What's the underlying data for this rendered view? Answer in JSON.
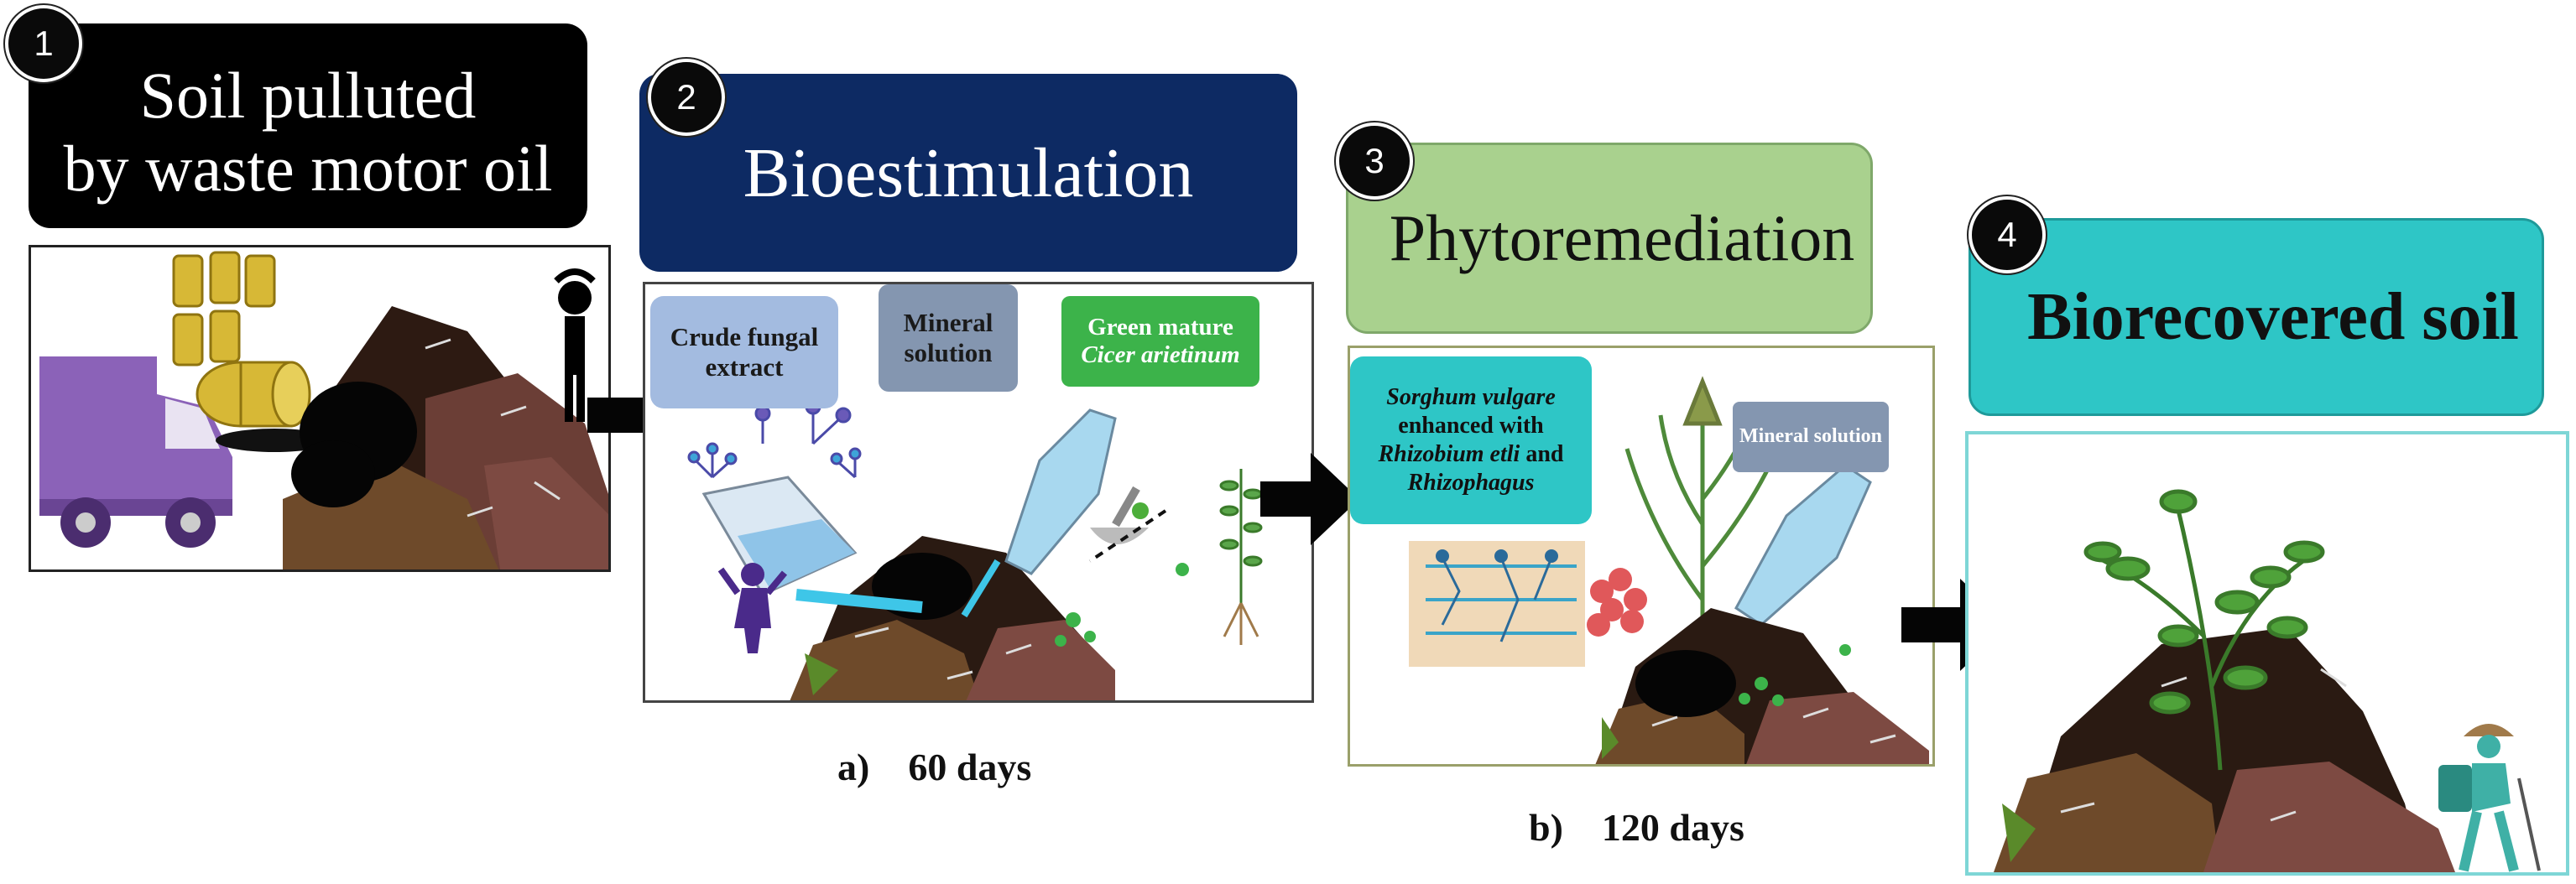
{
  "steps": [
    {
      "number": "1",
      "title_line1": "Soil pulluted",
      "title_line2": "by  waste motor oil"
    },
    {
      "number": "2",
      "title": "Bioestimulation"
    },
    {
      "number": "3",
      "title": "Phytoremediation"
    },
    {
      "number": "4",
      "title": "Biorecovered soil"
    }
  ],
  "panel2": {
    "label_fungal": "Crude fungal extract",
    "label_mineral": "Mineral solution",
    "label_green_1": "Green mature",
    "label_green_2": "Cicer arietinum"
  },
  "panel3": {
    "label_sorghum_1": "Sorghum vulgare",
    "label_sorghum_2": "enhanced with",
    "label_sorghum_3": "Rhizobium etli",
    "label_sorghum_and": " and",
    "label_sorghum_4": "Rhizophagus",
    "label_mineral": "Mineral solution"
  },
  "captions": {
    "a": "a)    60 days",
    "b": "b)    120 days"
  },
  "colors": {
    "step1_header": "#000000",
    "step2_header": "#0d2a63",
    "step3_header": "#a9d18e",
    "step4_header": "#2ec6c6",
    "label_fungal": "#a3bbe0",
    "label_mineral": "#8496b0",
    "label_green": "#3cb34a",
    "label_sorghum": "#2ec6c6"
  }
}
